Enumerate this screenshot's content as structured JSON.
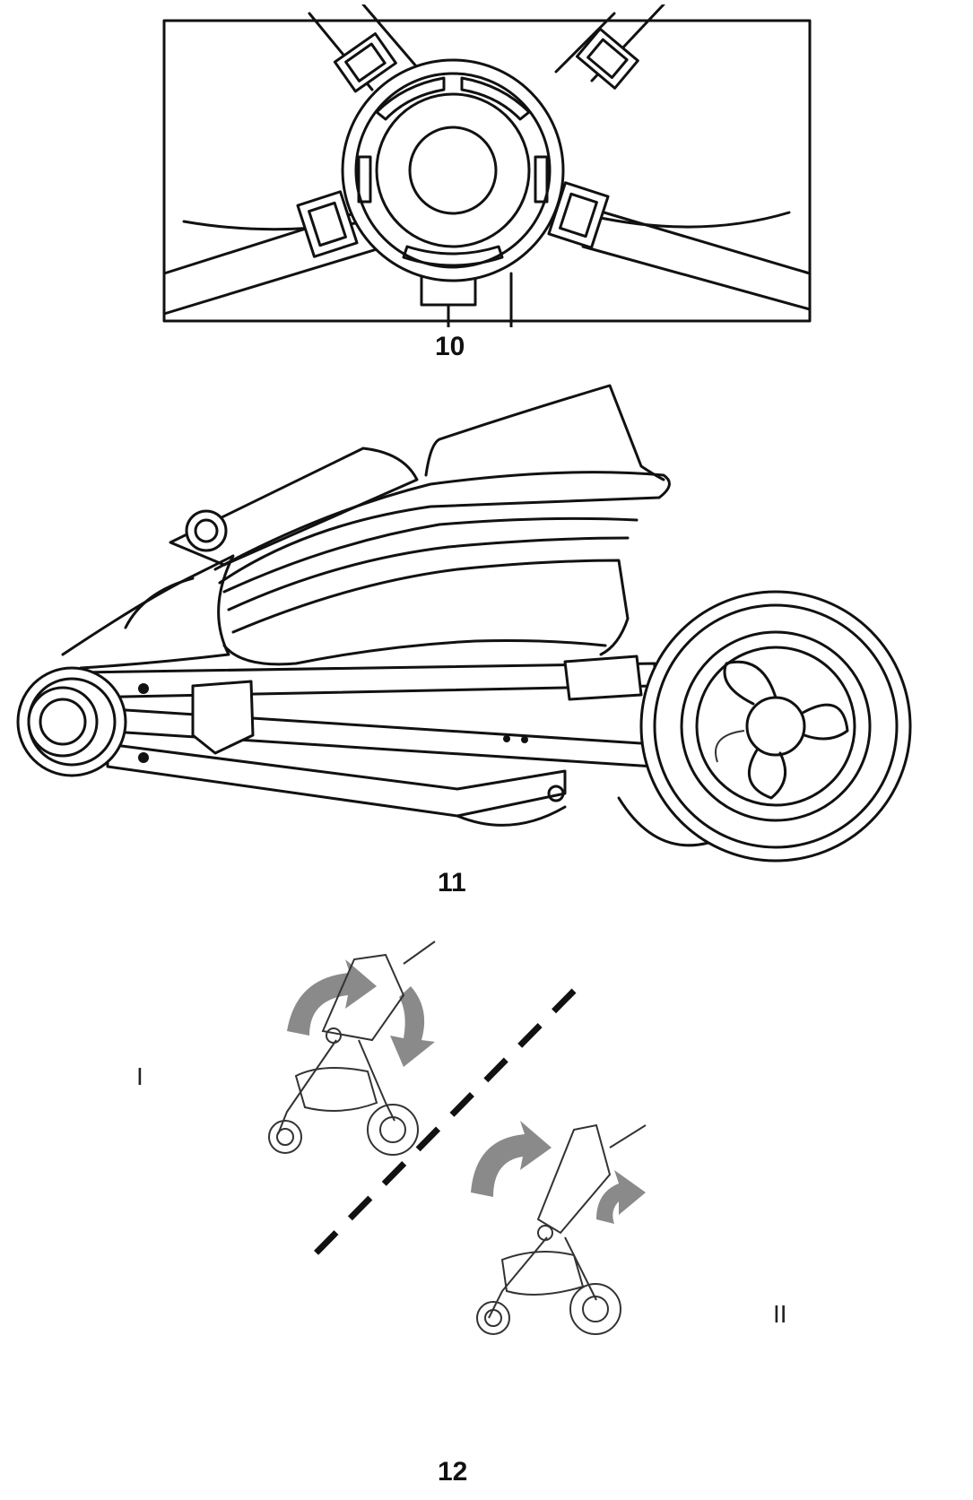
{
  "figures": [
    {
      "id": "fig10",
      "caption": "10"
    },
    {
      "id": "fig11",
      "caption": "11"
    },
    {
      "id": "fig12",
      "caption": "12",
      "steps": [
        "I",
        "II"
      ]
    }
  ],
  "colors": {
    "line": "#111111",
    "arrow": "#8a8a8a",
    "background": "#ffffff"
  }
}
